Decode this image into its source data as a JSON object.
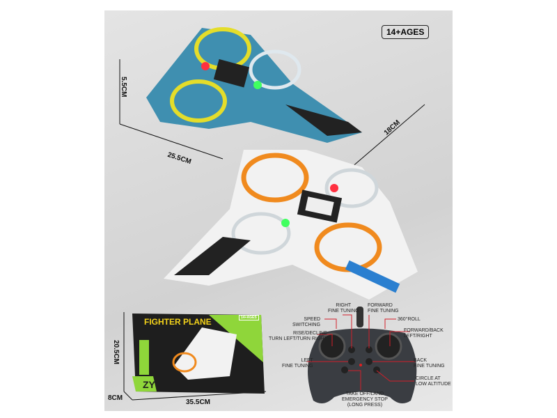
{
  "age_badge": "14+AGES",
  "dimensions": {
    "height": "5.5CM",
    "width": "25.5CM",
    "length": "18CM",
    "box_height": "20.5CM",
    "box_depth": "8CM",
    "box_width": "35.5CM"
  },
  "box": {
    "title": "FIGHTER PLANE",
    "ages": "14+AGES",
    "brand": "ZY"
  },
  "plane_colors": {
    "blue": "#3f8fb0",
    "yellow": "#e4dd2a",
    "white": "#f2f2f2",
    "orange": "#f08a1e"
  },
  "controller_labels": {
    "right_fine": "RIGHT\nFINE TUNING",
    "forward_fine": "FORWARD\nFINE TUNING",
    "speed": "SPEED\nSWITCHING",
    "roll": "360°ROLL",
    "rise": "RISE/DECLINE\nTURN LEFT/TURN RIGHT",
    "fwd_back": "FORWARD/BACK\nLEFT/RIGHT",
    "left_fine": "LEFT\nFINE TUNING",
    "back_fine": "BACK\nFINE TUNING",
    "circle": "CIRCLE AT\nLOW ALTITUDE",
    "takeoff": "TAKE OFF/LAND\nEMERGENCY STOP\n(LONG PRESS)"
  }
}
